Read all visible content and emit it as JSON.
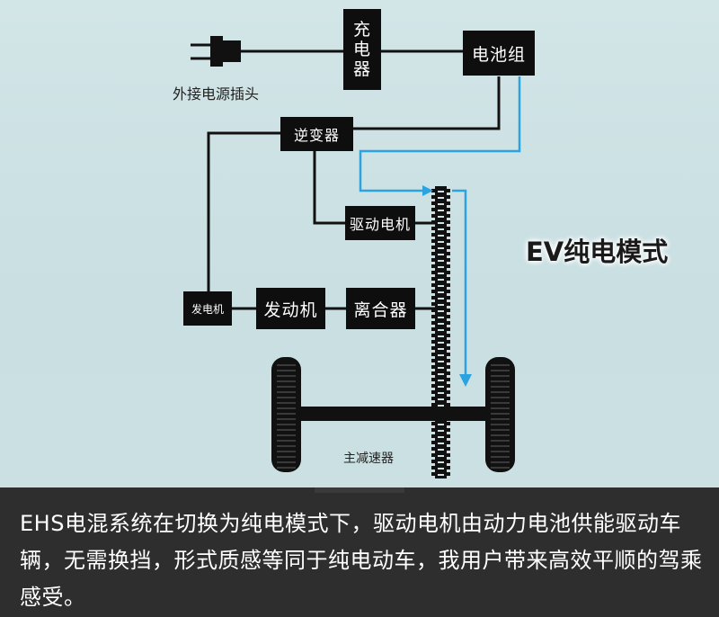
{
  "diagram": {
    "mode_title": "EV纯电模式",
    "plug_label": "外接电源插头",
    "charger_chars": [
      "充",
      "电",
      "器"
    ],
    "battery_label": "电池组",
    "inverter_label": "逆变器",
    "drive_motor_label": "驱动电机",
    "generator_label": "发电机",
    "engine_label": "发动机",
    "clutch_label": "离合器",
    "reducer_label": "主减速器",
    "colors": {
      "box": "#0e0e0e",
      "line": "#111111",
      "flow_arrow": "#2aa3e0",
      "background": "#cfe2e4"
    }
  },
  "caption": {
    "text": "EHS电混系统在切换为纯电模式下，驱动电机由动力电池供能驱动车辆，无需换挡，形式质感等同于纯电动车，我用户带来高效平顺的驾乘感受。"
  }
}
